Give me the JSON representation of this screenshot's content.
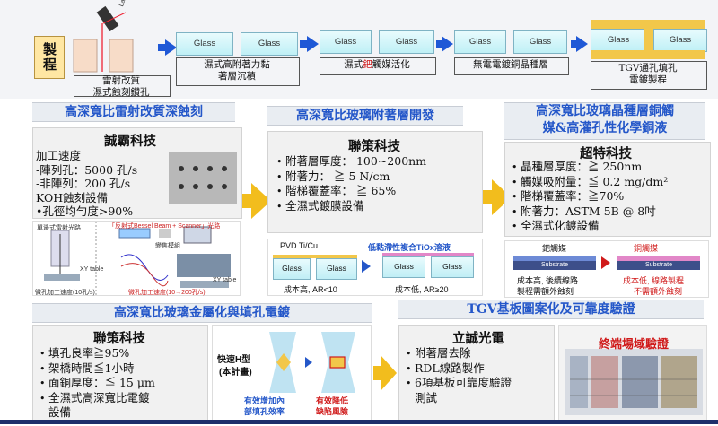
{
  "process": {
    "label": "製程",
    "laser_tag": "Laser Drilling",
    "glass_label": "Glass",
    "steps": [
      {
        "id": "s1",
        "caption_line1": "雷射改質",
        "caption_line2": "濕式蝕刻鑽孔"
      },
      {
        "id": "s2",
        "caption_line1": "濕式高附著力黏",
        "caption_line2": "著層沉積"
      },
      {
        "id": "s3",
        "caption_pre": "濕式",
        "caption_red": "鈀",
        "caption_post": "觸媒活化"
      },
      {
        "id": "s4",
        "caption_line1": "無電電鍍銅晶種層"
      },
      {
        "id": "s5",
        "caption_line1": "TGV通孔填孔",
        "caption_line2": "電鍍製程"
      }
    ]
  },
  "sections": {
    "laser": {
      "title": "高深寬比雷射改質深蝕刻",
      "company": "誠霸科技",
      "bullets": [
        "加工速度",
        "-陣列孔：5000 孔/s",
        "-非陣列：200 孔/s",
        "KOH蝕刻設備",
        "•孔徑均勻度>90%"
      ],
      "fig_label_left": "單邊式雷射光路",
      "fig_label_right": "「反射式Bessel Beam + Scanner」光路",
      "fig_xy": "XY table",
      "fig_mod": "變焦模組",
      "fig_cap_left": "微孔加工速度(10孔/s)",
      "fig_cap_right": "微孔加工速度(10→200孔/s)"
    },
    "adhesion": {
      "title": "高深寬比玻璃附著層開發",
      "company": "聯策科技",
      "bullets": [
        {
          "text": "附著層厚度： 100~200nm",
          "dot": "•"
        },
        {
          "text": "附著力： ≧ 5 N/cm",
          "dot": "•"
        },
        {
          "text": "階梯覆蓋率： ≧ 65%",
          "dot": "•"
        },
        {
          "text": "全濕式鍍膜設備",
          "dot": "•"
        }
      ],
      "left_tag": "PVD Ti/Cu",
      "right_tag": "低黏滯性複合TiOx溶液",
      "left_cap": "成本高, AR<10",
      "right_cap": "成本低, AR≥20",
      "glass_label": "Glass"
    },
    "seed": {
      "title_line1": "高深寬比玻璃晶種層銅觸",
      "title_line2": "媒&高灌孔性化學銅液",
      "company": "超特科技",
      "bullets": [
        "晶種層厚度：≧ 250nm",
        "觸媒吸附量：≦ 0.2 mg/dm²",
        "階梯覆蓋率：≧70%",
        "附著力：ASTM 5B @ 8吋",
        "全濕式化鍍設備"
      ],
      "left_tag": "鈀觸媒",
      "right_tag": "銅觸媒",
      "substrate": "Substrate",
      "left_cap1": "成本高, 後續線路",
      "left_cap2": "製程需額外蝕刻",
      "right_cap1": "成本低, 線路製程",
      "right_cap2": "不需額外蝕刻"
    },
    "fill": {
      "title": "高深寬比玻璃金屬化與填孔電鍍",
      "company": "聯策科技",
      "bullets": [
        "填孔良率≧95%",
        "架橋時間≦1小時",
        "面銅厚度：≦ 15 μm",
        "全濕式高深寬比電鍍",
        "設備"
      ],
      "hshape_title1": "快速H型",
      "hshape_title2": "(本計畫)",
      "cap_left1": "有效增加內",
      "cap_left2": "部填孔效率",
      "cap_right1": "有效降低",
      "cap_right2": "缺陷風險"
    },
    "tgv": {
      "title": "TGV基板圖案化及可靠度驗證",
      "company": "立誠光電",
      "bullets": [
        "附著層去除",
        "RDL線路製作",
        "6項基板可靠度驗證",
        "測試"
      ],
      "verify": "終端場域驗證"
    }
  },
  "colors": {
    "accent_blue": "#1f58d6",
    "title_blue": "#2457c9",
    "arrow_yellow": "#f2bd1d",
    "alert_red": "#d01b1b"
  }
}
